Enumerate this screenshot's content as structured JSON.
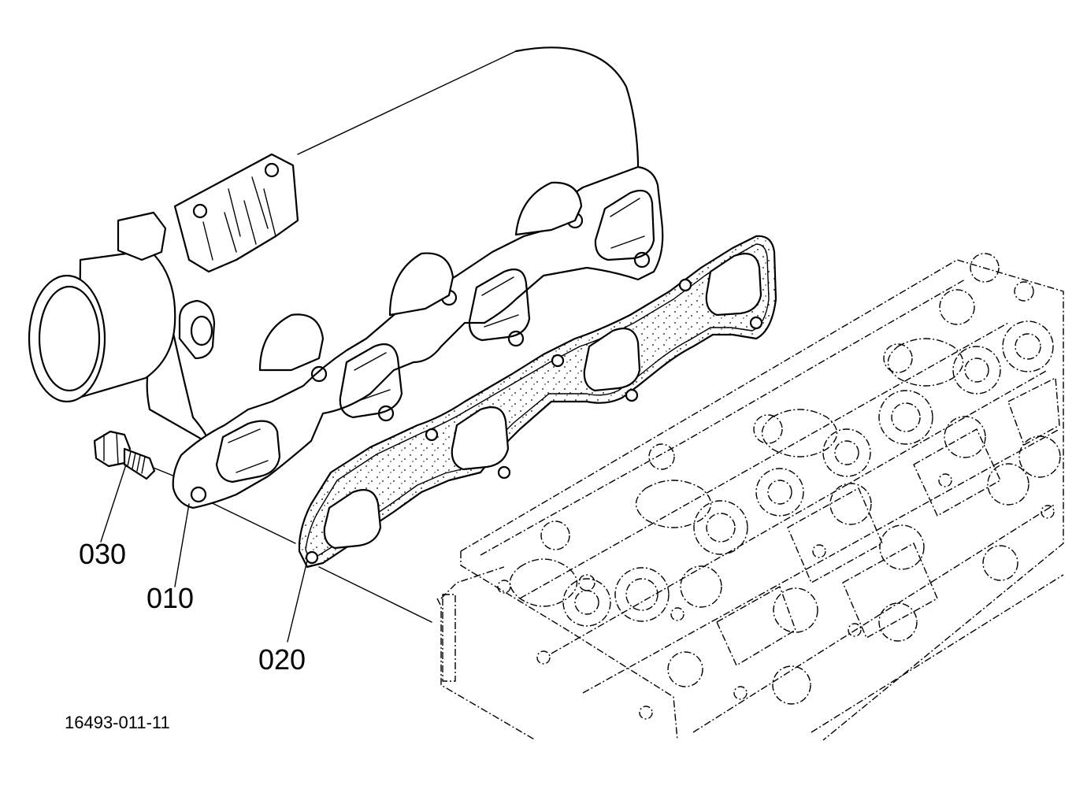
{
  "parts": [
    {
      "callout": "010",
      "icon": "exhaust-manifest-icon"
    },
    {
      "callout": "020",
      "icon": "manifold-gasket-icon"
    },
    {
      "callout": "030",
      "icon": "bolt-icon"
    }
  ],
  "figure_code": "16493-011-11",
  "colors": {
    "line": "#000000",
    "background": "#ffffff"
  }
}
